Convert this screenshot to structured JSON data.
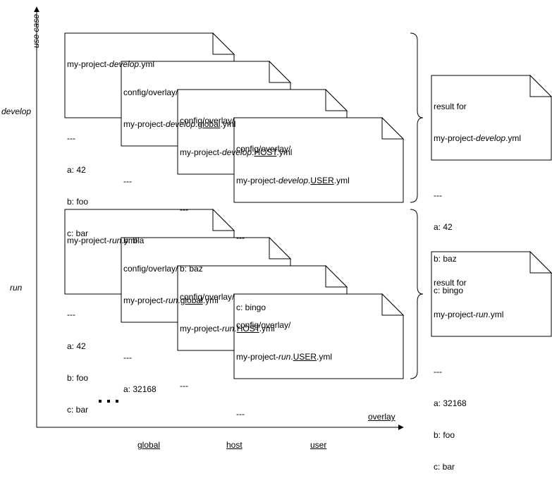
{
  "axes": {
    "y_label": "use case",
    "x_label": "overlay",
    "rows": [
      "develop",
      "run"
    ],
    "columns": [
      "global",
      "host",
      "user"
    ],
    "ellipsis": "..."
  },
  "develop": {
    "base": {
      "title_parts": [
        "my-project-",
        "develop",
        ".yml"
      ],
      "sep": "---",
      "lines": [
        "a: 42",
        "b: foo",
        "c: bar"
      ]
    },
    "global": {
      "path": "config/overlay/",
      "name_parts": [
        "my-project-",
        "develop",
        ".",
        "global",
        ".yml"
      ],
      "sep": "---",
      "lines": [
        "b: bla"
      ]
    },
    "host": {
      "path": "config/overlay/",
      "name_parts": [
        "my-project-",
        "develop",
        ".",
        "HOST",
        ".yml"
      ],
      "sep": "---",
      "lines": [
        "b: baz"
      ]
    },
    "user": {
      "path": "config/overlay/",
      "name_parts": [
        "my-project-",
        "develop",
        ".",
        "USER",
        ".yml"
      ],
      "sep": "---",
      "lines": [
        "c: bingo"
      ]
    },
    "result": {
      "heading": "result for",
      "name_parts": [
        "my-project-",
        "develop",
        ".yml"
      ],
      "sep": "---",
      "lines": [
        "a: 42",
        "b: baz",
        "c: bingo"
      ]
    }
  },
  "run": {
    "base": {
      "title_parts": [
        "my-project-",
        "run",
        ".yml"
      ],
      "sep": "---",
      "lines": [
        "a: 42",
        "b: foo",
        "c: bar"
      ]
    },
    "global": {
      "path": "config/overlay/",
      "name_parts": [
        "my-project-",
        "run",
        ".",
        "global",
        ".yml"
      ],
      "sep": "---",
      "lines": [
        "a: 32168"
      ]
    },
    "host": {
      "path": "config/overlay/",
      "name_parts": [
        "my-project-",
        "run",
        ".",
        "HOST",
        ".yml"
      ],
      "sep": "---",
      "lines": []
    },
    "user": {
      "path": "config/overlay/",
      "name_parts": [
        "my-project-",
        "run",
        ".",
        "USER",
        ".yml"
      ],
      "sep": "---",
      "lines": []
    },
    "result": {
      "heading": "result for",
      "name_parts": [
        "my-project-",
        "run",
        ".yml"
      ],
      "sep": "---",
      "lines": [
        "a: 32168",
        "b: foo",
        "c: bar"
      ]
    }
  }
}
